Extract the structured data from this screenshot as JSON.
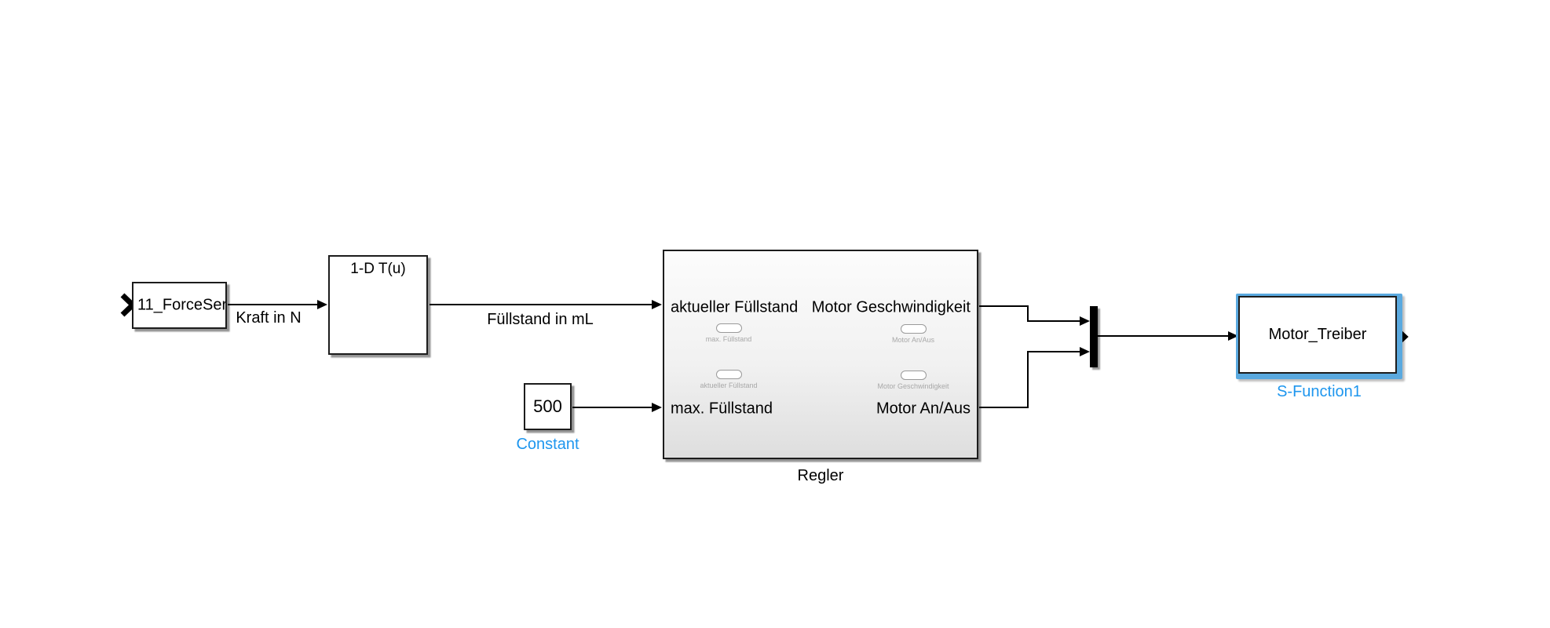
{
  "colors": {
    "canvas_background": "#ffffff",
    "block_border": "#1c1c1c",
    "wire": "#000000",
    "selected_label_blue": "#1e96ee",
    "selection_outline_blue": "#5aa9df",
    "preview_gray": "#9a9a9a",
    "preview_label_gray": "#a8a8a8"
  },
  "blocks": {
    "force_sensor": {
      "label": "11_ForceSer"
    },
    "lookup_table": {
      "title": "1-D T(u)"
    },
    "constant": {
      "value": "500",
      "name": "Constant"
    },
    "regler": {
      "name": "Regler",
      "ports": {
        "in1": "aktueller Füllstand",
        "in2": "max. Füllstand",
        "out1": "Motor Geschwindigkeit",
        "out2": "Motor An/Aus"
      },
      "preview": {
        "row1": {
          "from": "max. Füllstand",
          "to": "Motor An/Aus"
        },
        "row2": {
          "from": "aktueller Füllstand",
          "to": "Motor Geschwindigkeit"
        }
      }
    },
    "s_function": {
      "label": "Motor_Treiber",
      "name": "S-Function1"
    }
  },
  "signals": {
    "kraft": "Kraft in N",
    "fuellstand": "Füllstand in mL"
  }
}
